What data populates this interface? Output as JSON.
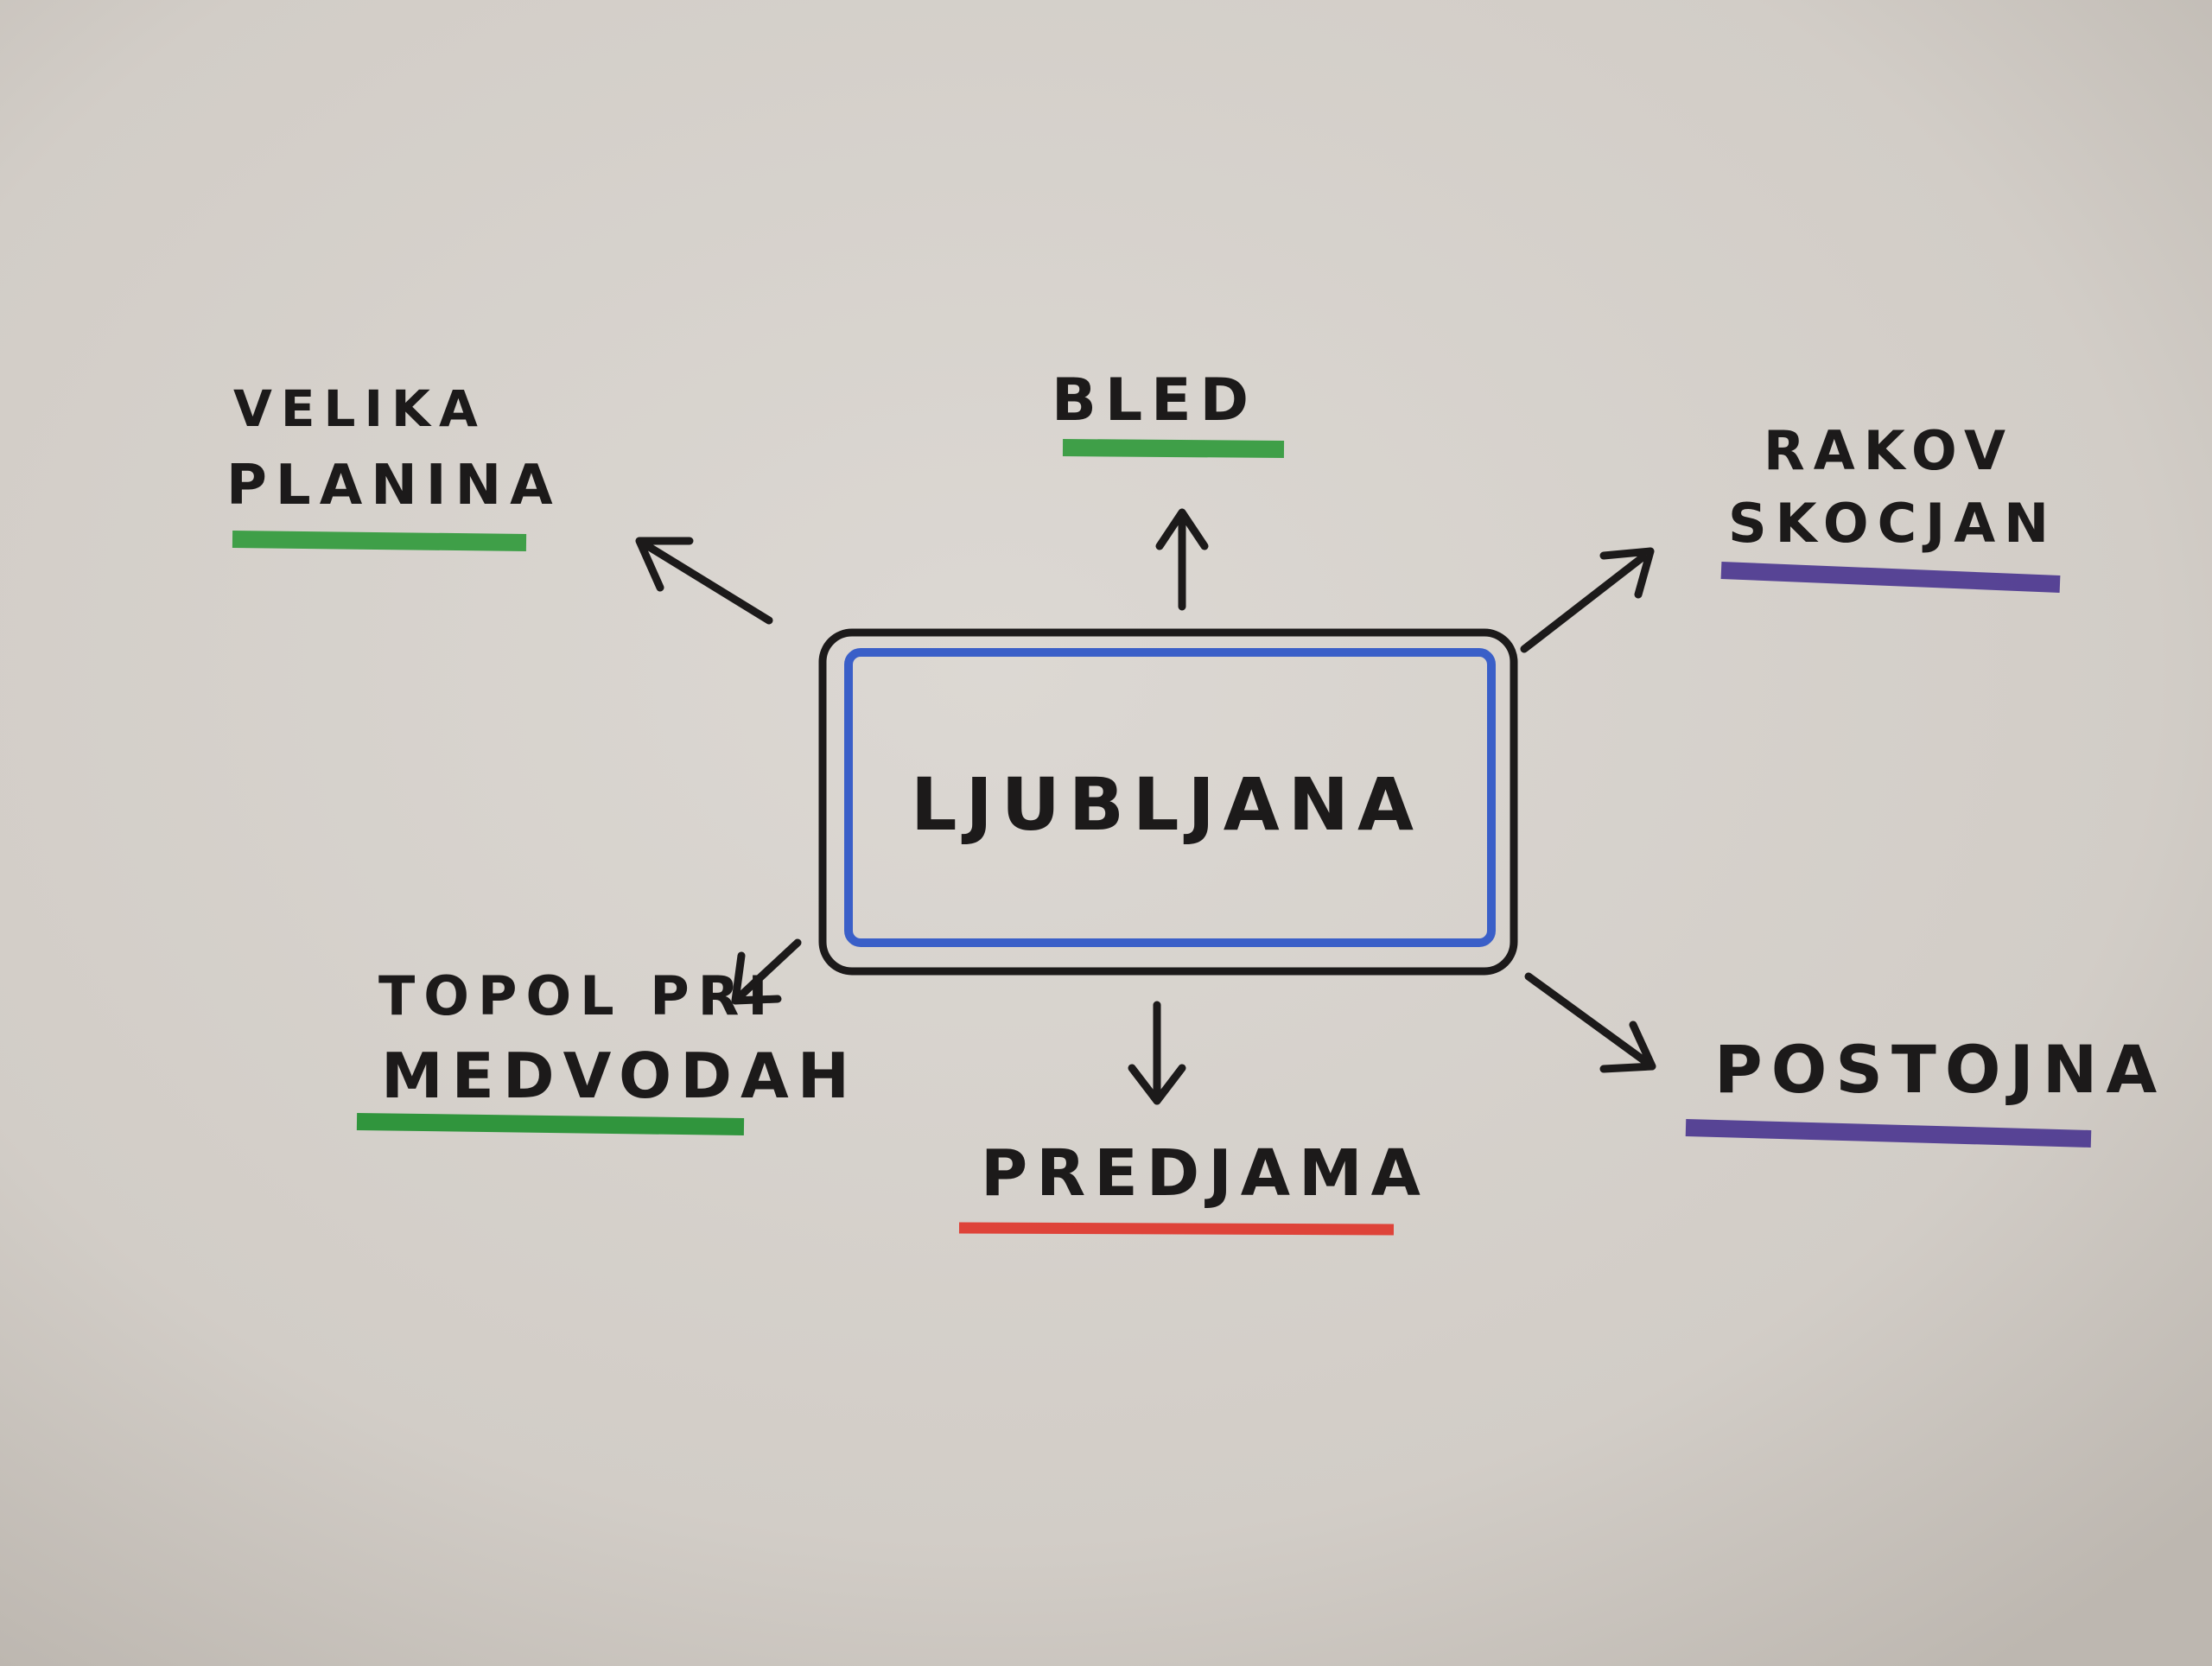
{
  "center": {
    "label": "LJUBLJANA",
    "inner_border_color": "#3a5fc8"
  },
  "nodes": [
    {
      "id": "velika-planina",
      "lines": [
        "VELIKA",
        "PLANINA"
      ],
      "underline_color": "#2f9a3a"
    },
    {
      "id": "bled",
      "lines": [
        "BLED"
      ],
      "underline_color": "#2f9a3a"
    },
    {
      "id": "rakov-skocjan",
      "lines": [
        "RAKOV",
        "SKOCJAN"
      ],
      "underline_color": "#4a3590"
    },
    {
      "id": "topol-pri-medvodah",
      "lines": [
        "TOPOL PRI",
        "MEDVODAH"
      ],
      "underline_color": "#1f8f2e"
    },
    {
      "id": "predjama",
      "lines": [
        "PREDJAMA"
      ],
      "underline_color": "#e0342a"
    },
    {
      "id": "postojna",
      "lines": [
        "POSTOJNA"
      ],
      "underline_color": "#4a3590"
    }
  ],
  "edges": [
    {
      "from": "LJUBLJANA",
      "to": "velika-planina"
    },
    {
      "from": "LJUBLJANA",
      "to": "bled"
    },
    {
      "from": "LJUBLJANA",
      "to": "rakov-skocjan"
    },
    {
      "from": "LJUBLJANA",
      "to": "topol-pri-medvodah"
    },
    {
      "from": "LJUBLJANA",
      "to": "predjama"
    },
    {
      "from": "LJUBLJANA",
      "to": "postojna"
    }
  ]
}
